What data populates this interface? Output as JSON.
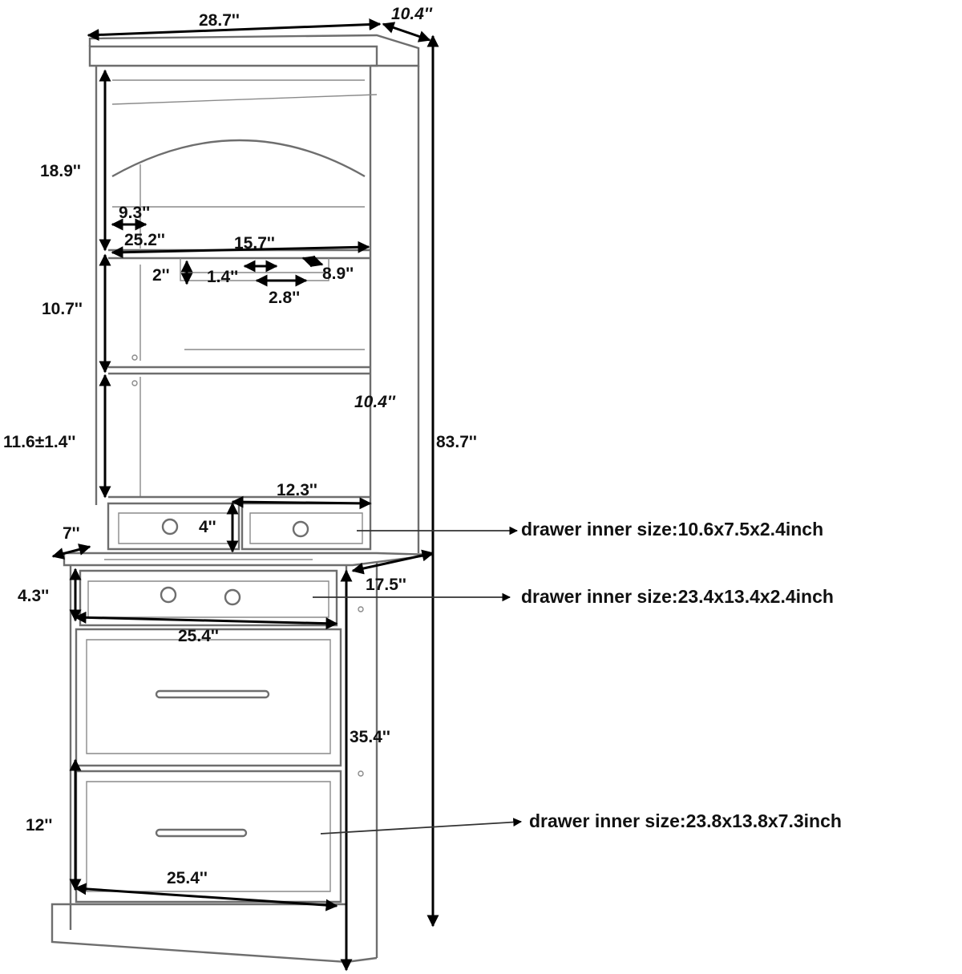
{
  "dimensions": {
    "top_width": "28.7''",
    "top_depth": "10.4''",
    "upper_height": "18.9''",
    "rack_depth": "9.3''",
    "inner_width_upper": "25.2''",
    "glass_rack_width": "15.7''",
    "rack_height": "2''",
    "slot_gap": "1.4''",
    "rack_side": "8.9''",
    "slot_width": "2.8''",
    "middle_shelf_height": "10.7''",
    "shelf_depth": "10.4''",
    "adjustable_shelf_height": "11.6±1.4''",
    "total_height": "83.7''",
    "small_drawer_width": "12.3''",
    "small_drawer_height": "4''",
    "counter_depth_front": "7''",
    "base_depth": "17.5''",
    "middle_drawer_height": "4.3''",
    "middle_drawer_width": "25.4''",
    "base_height": "35.4''",
    "bottom_drawer_height": "12''",
    "bottom_drawer_width": "25.4''"
  },
  "notes": {
    "small_drawer": "drawer inner size:10.6x7.5x2.4inch",
    "middle_drawer": "drawer inner size:23.4x13.4x2.4inch",
    "bottom_drawer": "drawer inner size:23.8x13.8x7.3inch"
  }
}
